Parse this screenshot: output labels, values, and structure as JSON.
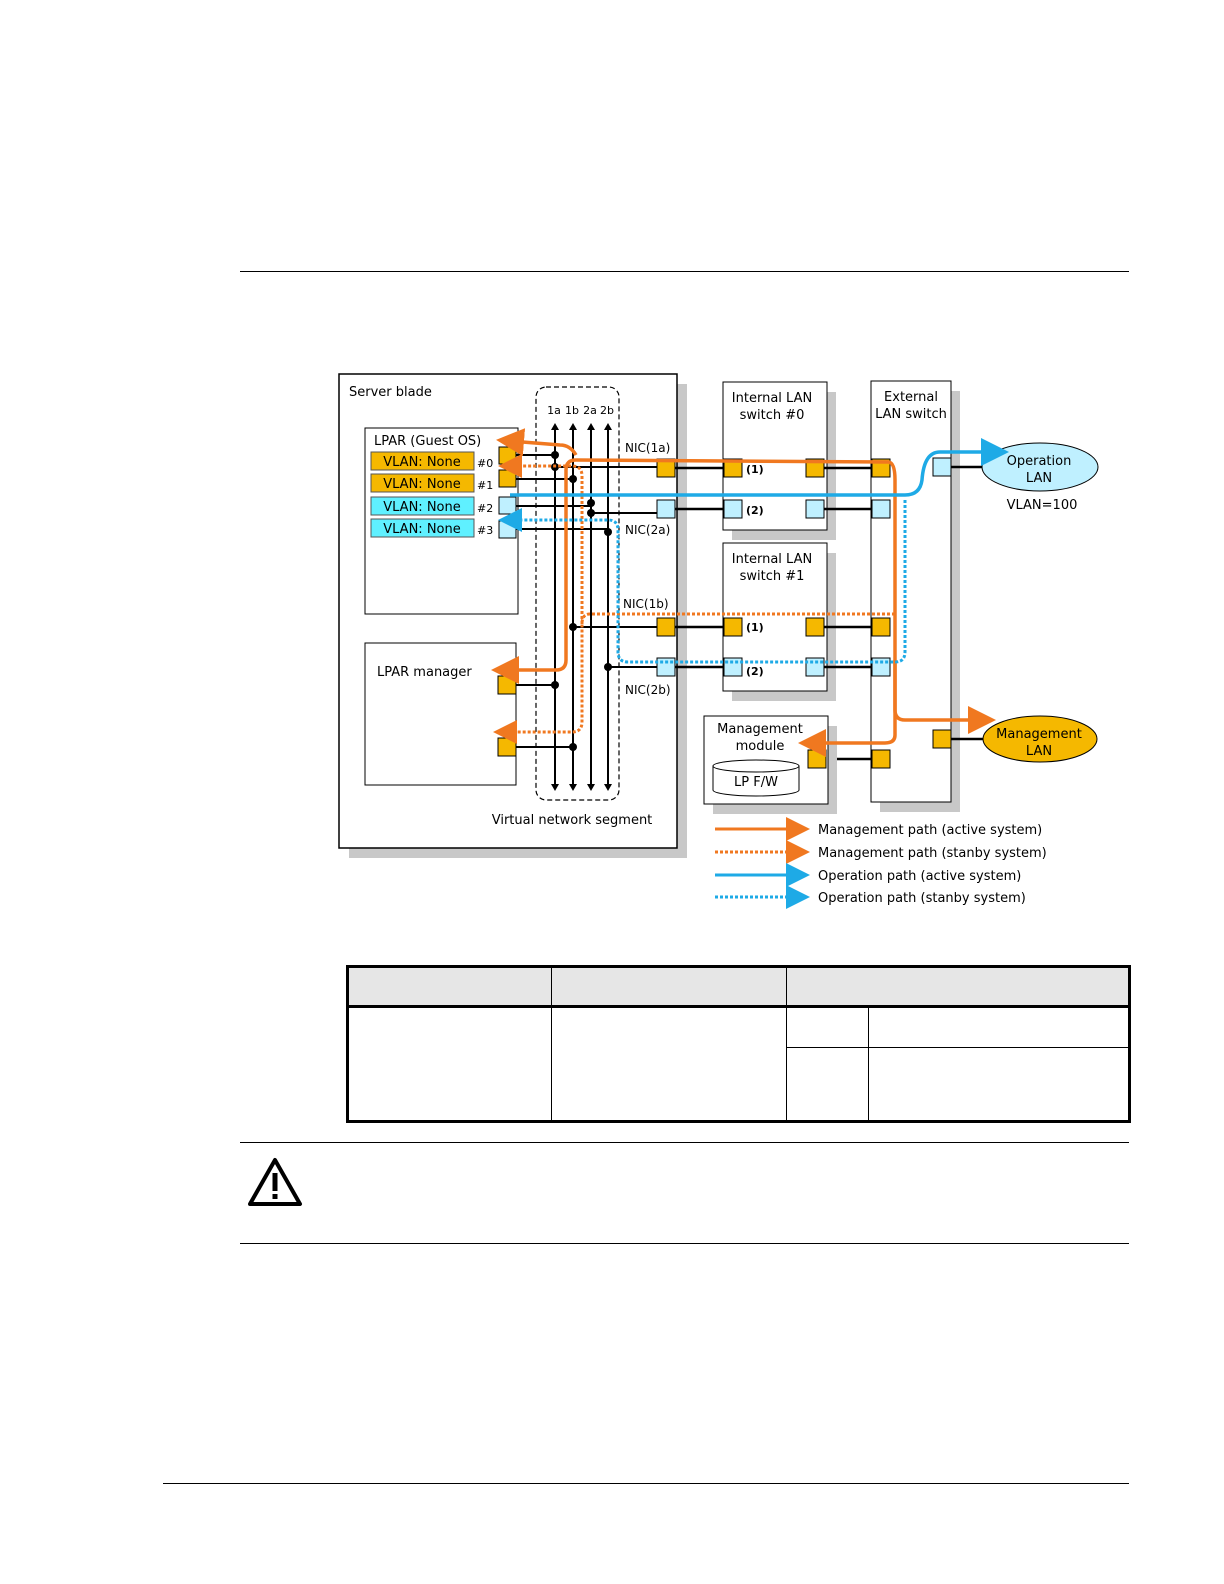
{
  "diagram": {
    "server_blade": "Server blade",
    "lpar_guest": "LPAR (Guest OS)",
    "vlans": [
      {
        "label": "VLAN: None",
        "port": "#0",
        "color": "#f5b800"
      },
      {
        "label": "VLAN: None",
        "port": "#1",
        "color": "#f5b800"
      },
      {
        "label": "VLAN: None",
        "port": "#2",
        "color": "#5ff0ff"
      },
      {
        "label": "VLAN: None",
        "port": "#3",
        "color": "#5ff0ff"
      }
    ],
    "lpar_manager": "LPAR manager",
    "segment_columns": [
      "1a",
      "1b",
      "2a",
      "2b"
    ],
    "virtual_network_segment": "Virtual network segment",
    "nics": [
      "NIC(1a)",
      "NIC(2a)",
      "NIC(1b)",
      "NIC(2b)"
    ],
    "internal_switch_0": [
      "Internal LAN",
      "switch #0"
    ],
    "internal_switch_1": [
      "Internal LAN",
      "switch #1"
    ],
    "switch_ports": [
      "(1)",
      "(2)",
      "(1)",
      "(2)"
    ],
    "external_switch": [
      "External",
      "LAN switch"
    ],
    "operation_lan": [
      "Operation",
      "LAN"
    ],
    "vlan_100": "VLAN=100",
    "management_lan": [
      "Management",
      "LAN"
    ],
    "management_module": [
      "Management",
      "module"
    ],
    "lp_fw": "LP F/W",
    "legend": [
      {
        "label": "Management path (active system)",
        "color": "#f07820",
        "style": "solid"
      },
      {
        "label": "Management path (stanby system)",
        "color": "#f07820",
        "style": "dotted"
      },
      {
        "label": "Operation path (active system)",
        "color": "#1eaae6",
        "style": "solid"
      },
      {
        "label": "Operation path (stanby system)",
        "color": "#1eaae6",
        "style": "dotted"
      }
    ]
  },
  "colors": {
    "orange_path": "#f07820",
    "blue_path": "#1eaae6",
    "port_orange": "#f5b800",
    "port_cyan": "#bff0ff",
    "shadow": "#c8c8c8"
  }
}
